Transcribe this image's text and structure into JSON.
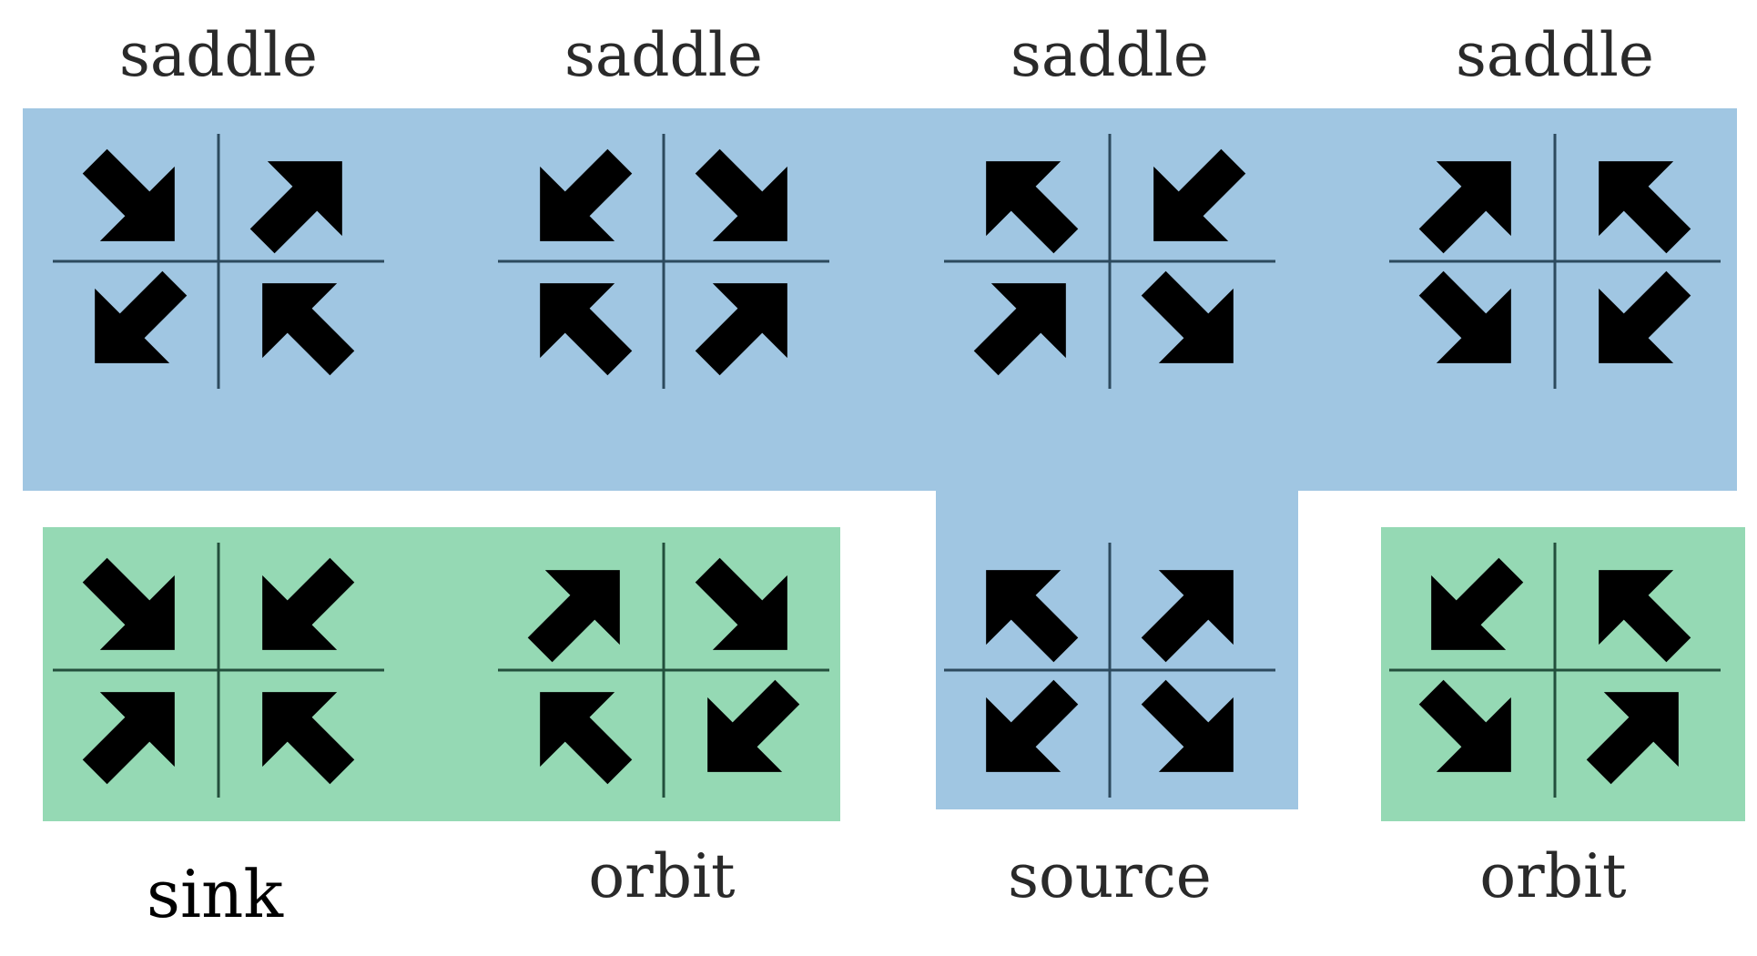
{
  "colors": {
    "blue": "#a0c6e2",
    "green": "#95d9b4",
    "arrow": "#000000",
    "axis_blue": "#2d4a5e",
    "axis_green": "#234f3c"
  },
  "panels": [
    {
      "label": "saddle",
      "region": "blue",
      "arrows": [
        "down-right",
        "up-right",
        "down-left",
        "up-left"
      ]
    },
    {
      "label": "saddle",
      "region": "blue",
      "arrows": [
        "down-left",
        "down-right",
        "up-left",
        "up-right"
      ]
    },
    {
      "label": "saddle",
      "region": "blue",
      "arrows": [
        "up-left",
        "down-left",
        "up-right",
        "down-right"
      ]
    },
    {
      "label": "saddle",
      "region": "blue",
      "arrows": [
        "up-right",
        "up-left",
        "down-right",
        "down-left"
      ]
    },
    {
      "label": "sink",
      "region": "green",
      "arrows": [
        "down-right",
        "down-left",
        "up-right",
        "up-left"
      ]
    },
    {
      "label": "orbit",
      "region": "green",
      "arrows": [
        "up-right",
        "down-right",
        "up-left",
        "down-left"
      ]
    },
    {
      "label": "source",
      "region": "blue",
      "arrows": [
        "up-left",
        "up-right",
        "down-left",
        "down-right"
      ]
    },
    {
      "label": "orbit",
      "region": "green",
      "arrows": [
        "down-left",
        "up-left",
        "down-right",
        "up-right"
      ]
    }
  ]
}
